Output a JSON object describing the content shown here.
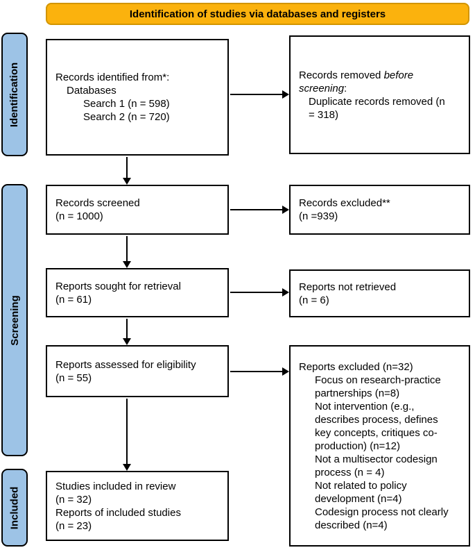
{
  "banner": {
    "label": "Identification of studies via databases and registers"
  },
  "sidebar": {
    "identification": "Identification",
    "screening": "Screening",
    "included": "Included"
  },
  "colors": {
    "banner_fill": "#FBB20D",
    "banner_border": "#D29500",
    "stage_label_fill": "#9DC3E6",
    "box_border": "#000000"
  },
  "boxes": {
    "records_identified": {
      "lines": [
        "Records identified from*:",
        "Databases",
        "Search 1 (n = 598)",
        "Search 2 (n = 720)"
      ]
    },
    "records_removed": {
      "line1_prefix": "Records removed ",
      "line1_italic": "before",
      "line2_italic": "screening",
      "line2_suffix": ":",
      "sub_lines": [
        "Duplicate records removed (n",
        "= 318)"
      ]
    },
    "records_screened": {
      "lines": [
        "Records screened",
        "(n = 1000)"
      ]
    },
    "records_excluded": {
      "lines": [
        "Records excluded**",
        "(n =939)"
      ]
    },
    "reports_sought": {
      "lines": [
        "Reports sought for retrieval",
        "(n = 61)"
      ]
    },
    "reports_not_retrieved": {
      "lines": [
        "Reports not retrieved",
        "(n = 6)"
      ]
    },
    "reports_assessed": {
      "lines": [
        "Reports assessed for eligibility",
        "(n = 55)"
      ]
    },
    "reports_excluded": {
      "lines": [
        "Reports excluded (n=32)",
        "Focus on research-practice",
        "partnerships (n=8)",
        "Not intervention (e.g.,",
        "describes process, defines",
        "key concepts, critiques co-",
        "production) (n=12)",
        "Not a multisector codesign",
        "process (n = 4)",
        "Not related to policy",
        "development (n=4)",
        "Codesign process not clearly",
        "described (n=4)"
      ]
    },
    "studies_included": {
      "lines": [
        "Studies included in review",
        "(n = 32)",
        "Reports of included studies",
        "(n = 23)"
      ]
    }
  }
}
